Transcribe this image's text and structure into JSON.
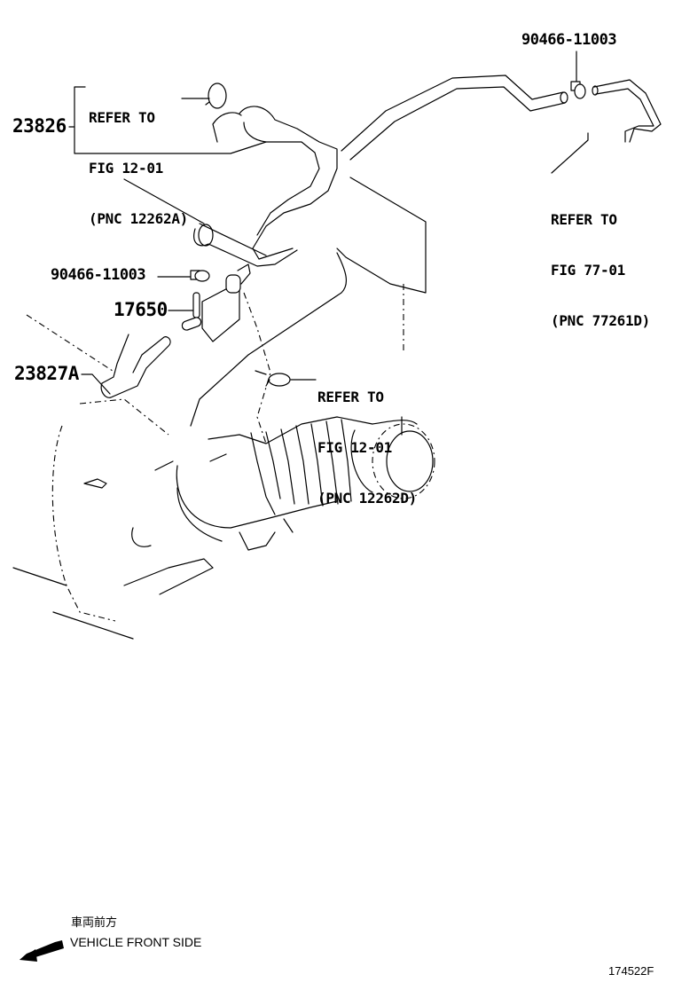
{
  "diagram": {
    "type": "parts-exploded-view",
    "callouts": {
      "clip_top": {
        "part_no": "90466-11003"
      },
      "hose_23826": {
        "part_no": "23826"
      },
      "clip_mid": {
        "part_no": "90466-11003"
      },
      "vsv_17650": {
        "part_no": "17650"
      },
      "hose_23827A": {
        "part_no": "23827A"
      }
    },
    "references": {
      "ref_a": {
        "line1": "REFER TO",
        "line2": "FIG 12-01",
        "line3": "(PNC 12262A)"
      },
      "ref_b": {
        "line1": "REFER TO",
        "line2": "FIG 77-01",
        "line3": "(PNC 77261D)"
      },
      "ref_c": {
        "line1": "REFER TO",
        "line2": "FIG 12-01",
        "line3": "(PNC 12262D)"
      }
    },
    "orientation": {
      "label_jp": "車両前方",
      "label_en": "VEHICLE FRONT SIDE",
      "icon": "arrow-left-down-icon"
    },
    "illustration_code": "174522F",
    "colors": {
      "line": "#000000",
      "background": "#ffffff"
    }
  }
}
